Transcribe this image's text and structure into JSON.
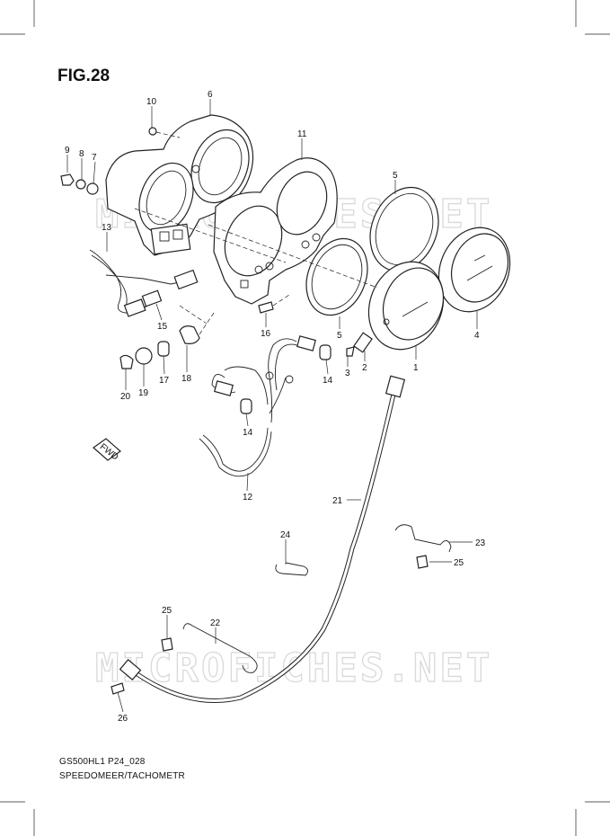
{
  "figure": {
    "title": "FIG.28",
    "code": "GS500HL1 P24_028",
    "caption": "SPEEDOMEER/TACHOMETR"
  },
  "watermark": {
    "text": "MICROFICHES.NET"
  },
  "direction_marker": {
    "text": "FWD"
  },
  "callouts": [
    {
      "id": "c1",
      "label": "1"
    },
    {
      "id": "c2",
      "label": "2"
    },
    {
      "id": "c3",
      "label": "3"
    },
    {
      "id": "c4",
      "label": "4"
    },
    {
      "id": "c5a",
      "label": "5"
    },
    {
      "id": "c5b",
      "label": "5"
    },
    {
      "id": "c6",
      "label": "6"
    },
    {
      "id": "c7",
      "label": "7"
    },
    {
      "id": "c8",
      "label": "8"
    },
    {
      "id": "c9",
      "label": "9"
    },
    {
      "id": "c10",
      "label": "10"
    },
    {
      "id": "c11",
      "label": "11"
    },
    {
      "id": "c12",
      "label": "12"
    },
    {
      "id": "c13",
      "label": "13"
    },
    {
      "id": "c14a",
      "label": "14"
    },
    {
      "id": "c14b",
      "label": "14"
    },
    {
      "id": "c15",
      "label": "15"
    },
    {
      "id": "c16",
      "label": "16"
    },
    {
      "id": "c17",
      "label": "17"
    },
    {
      "id": "c18",
      "label": "18"
    },
    {
      "id": "c19",
      "label": "19"
    },
    {
      "id": "c20",
      "label": "20"
    },
    {
      "id": "c21",
      "label": "21"
    },
    {
      "id": "c22",
      "label": "22"
    },
    {
      "id": "c23",
      "label": "23"
    },
    {
      "id": "c24",
      "label": "24"
    },
    {
      "id": "c25a",
      "label": "25"
    },
    {
      "id": "c25b",
      "label": "25"
    },
    {
      "id": "c26",
      "label": "26"
    }
  ]
}
